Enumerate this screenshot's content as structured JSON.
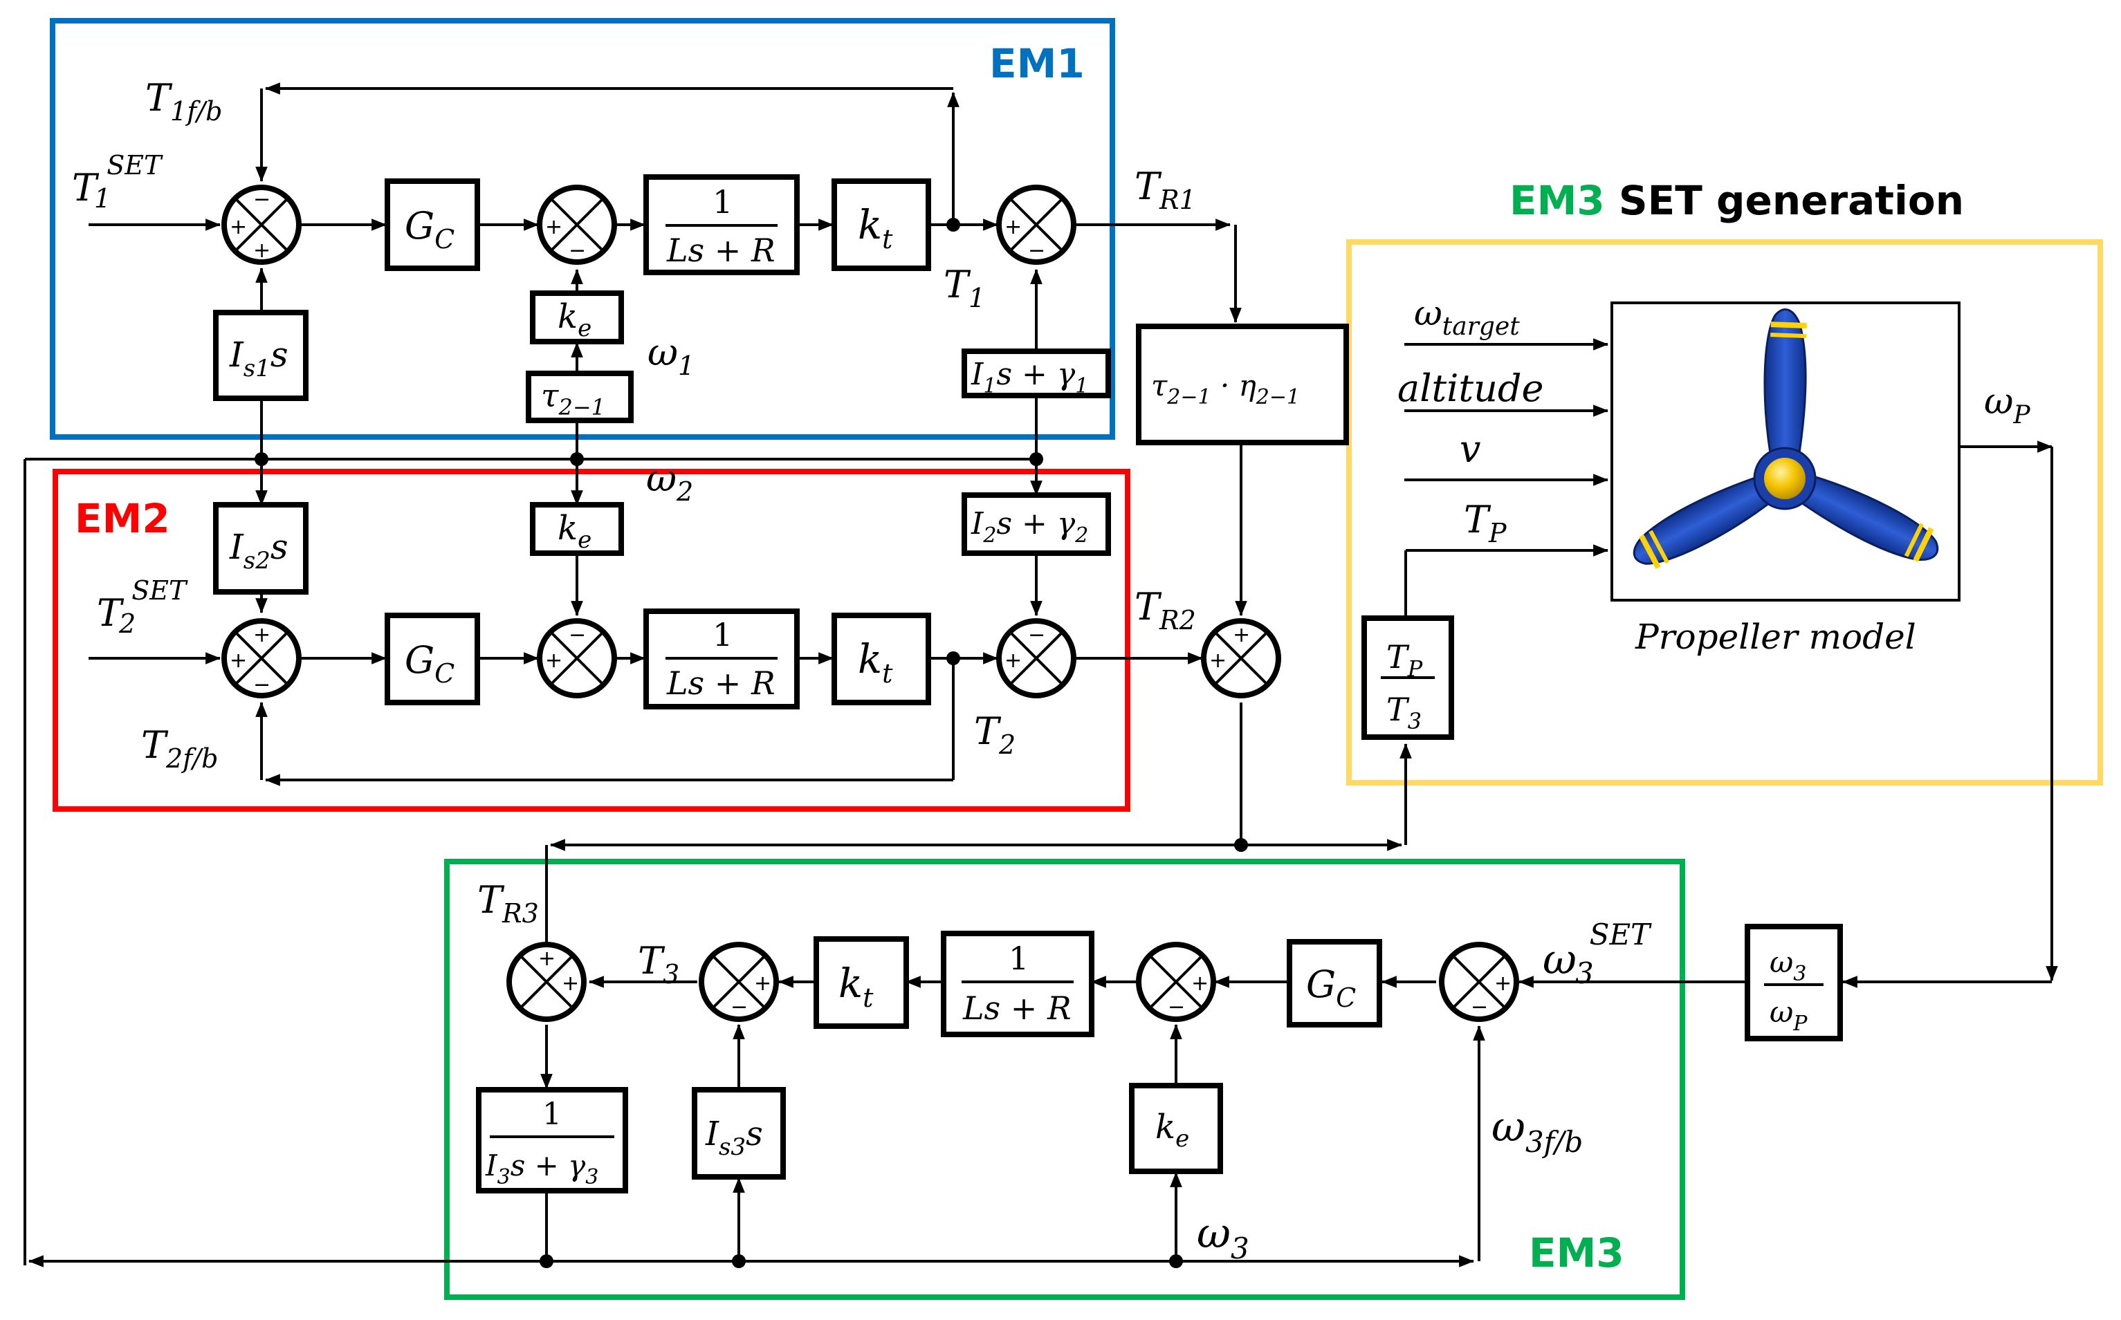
{
  "groups": {
    "em1": {
      "title": "EM1",
      "color": "#0070c0"
    },
    "em2": {
      "title": "EM2",
      "color": "#ff0000"
    },
    "em3": {
      "title": "EM3",
      "color": "#00b050"
    },
    "set_gen": {
      "title_colored": "EM3",
      "title_rest": " SET generation",
      "color": "#ffd966",
      "title_color": "#00b050"
    }
  },
  "blocks": {
    "gc": "G",
    "gc_sub": "C",
    "kt": "k",
    "kt_sub": "t",
    "ke": "k",
    "ke_sub": "e",
    "plant_num": "1",
    "plant_den": "Ls + R",
    "tau": "τ",
    "tau_sub": "2−1",
    "gear": "τ",
    "gear_sub1": "2−1",
    "gear_dot": " · η",
    "gear_sub2": "2−1",
    "is1": "I",
    "is1_sub": "s1",
    "is1_s": "s",
    "is2": "I",
    "is2_sub": "s2",
    "is2_s": "s",
    "is3": "I",
    "is3_sub": "s3",
    "is3_s": "s",
    "i1": "I",
    "i1_sub": "1",
    "i1_mid": "s + γ",
    "i1_sub2": "1",
    "i2": "I",
    "i2_sub": "2",
    "i2_mid": "s + γ",
    "i2_sub2": "2",
    "i3_num": "1",
    "i3": "I",
    "i3_sub": "3",
    "i3_mid": "s + γ",
    "i3_sub2": "3",
    "tp_num": "T",
    "tp_num_sub": "P",
    "tp_den": "T",
    "tp_den_sub": "3",
    "wr_num": "ω",
    "wr_num_sub": "3",
    "wr_den": "ω",
    "wr_den_sub": "P",
    "propeller_caption": "Propeller model"
  },
  "signals": {
    "t1set": "T",
    "t1set_sub": "1",
    "t1set_sup": "SET",
    "t2set": "T",
    "t2set_sub": "2",
    "t2set_sup": "SET",
    "t1fb": "T",
    "t1fb_sub": "1f/b",
    "t2fb": "T",
    "t2fb_sub": "2f/b",
    "t1": "T",
    "t1_sub": "1",
    "t2": "T",
    "t2_sub": "2",
    "t3": "T",
    "t3_sub": "3",
    "tr1": "T",
    "tr1_sub": "R1",
    "tr2": "T",
    "tr2_sub": "R2",
    "tr3": "T",
    "tr3_sub": "R3",
    "w1": "ω",
    "w1_sub": "1",
    "w2": "ω",
    "w2_sub": "2",
    "w3": "ω",
    "w3_sub": "3",
    "w3set": "ω",
    "w3set_sub": "3",
    "w3set_sup": "SET",
    "w3fb": "ω",
    "w3fb_sub": "3f/b",
    "wp": "ω",
    "wp_sub": "P",
    "wtarget": "ω",
    "wtarget_sub": "target",
    "altitude": "altitude",
    "v": "v",
    "tp": "T",
    "tp_sub": "P"
  },
  "signs": {
    "s1a_top": "−",
    "s1a_left": "+",
    "s1a_bottom": "+",
    "s1b_left": "+",
    "s1b_bottom": "−",
    "s1c_left": "+",
    "s1c_bottom": "−",
    "s2a_top": "+",
    "s2a_left": "+",
    "s2a_bottom": "−",
    "s2b_left": "+",
    "s2b_top": "−",
    "s2c_left": "+",
    "s2c_top": "−",
    "sr2_top": "+",
    "sr2_left": "+",
    "s3a_top": "+",
    "s3a_right": "+",
    "s3b_right": "+",
    "s3b_bottom": "−",
    "s3c_right": "+",
    "s3c_bottom": "−",
    "s3d_right": "+",
    "s3d_bottom": "−"
  }
}
